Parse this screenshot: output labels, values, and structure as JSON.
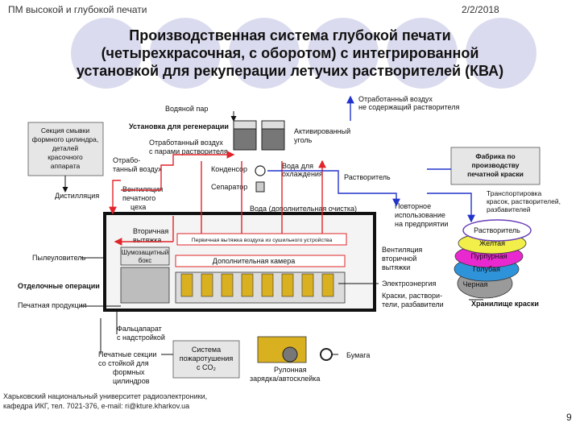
{
  "header": {
    "left": "ПМ высокой и глубокой печати",
    "right": "2/2/2018"
  },
  "title": {
    "line1": "Производственная система глубокой печати",
    "line2": "(четырехкрасочная, с оборотом) с интегрированной",
    "line3": "установкой для рекуперации летучих растворителей (КВА)"
  },
  "colors": {
    "red_flow": "#e0242a",
    "blue_flow": "#2233cc",
    "ink_yellow": "#f2ee4a",
    "ink_magenta": "#e829d0",
    "ink_cyan": "#2f93d9",
    "ink_black": "#9a9a9a",
    "press_yellow": "#d9b020"
  },
  "labels": {
    "vodyanoy_par": "Водяной пар",
    "ustanovka": "Установка для регенерации",
    "otr_vozduh_top": "Отработанный воздух",
    "otr_vozduh_top2": "не содержащий растворителя",
    "sekciya1": "Секция смывки",
    "sekciya2": "формного цилиндра,",
    "sekciya3": "деталей",
    "sekciya4": "красочного",
    "sekciya5": "аппарата",
    "aktiv1": "Активированный",
    "aktiv2": "уголь",
    "otr_para1": "Отработанный воздух",
    "otr_para2": "с парами растворителя",
    "otrab1": "Отрабо-",
    "otrab2": "танный воздух",
    "kondensor": "Конденсор",
    "voda_ohl1": "Вода для",
    "voda_ohl2": "охлаждения",
    "rastvoritel_mid": "Растворитель",
    "fabrika1": "Фабрика по",
    "fabrika2": "производству",
    "fabrika3": "печатной краски",
    "separator": "Сепаратор",
    "distill": "Дистилляция",
    "vent1": "Вентиляция",
    "vent2": "печатного",
    "vent3": "цеха",
    "voda_dop": "Вода (дополнительная очистка)",
    "povtor1": "Повторное",
    "povtor2": "использование",
    "povtor3": "на предприятии",
    "transport1": "Транспортировка",
    "transport2": "красок, растворителей,",
    "transport3": "разбавителей",
    "vtor1": "Вторичная",
    "vtor2": "вытяжка",
    "pervich": "Первичная вытяжка воздуха из сушильного устройства",
    "shumo1": "Шумозащитный",
    "shumo2": "бокс",
    "dop_kamera": "Дополнительная камера",
    "vent_vtor1": "Вентиляция",
    "vent_vtor2": "вторичной",
    "vent_vtor3": "вытяжки",
    "pyleulov": "Пылеуловитель",
    "elektro": "Электроэнергия",
    "otdel": "Отделочные операции",
    "kraski_rastv1": "Краски, раствори-",
    "kraski_rastv2": "тели, разбавители",
    "pechatn_prod": "Печатная продукция",
    "hranilishe": "Хранилище краски",
    "falc1": "Фальцапарат",
    "falc2": "с надстройкой",
    "pech_sek1": "Печатные секции",
    "pech_sek2": "со стойкой для",
    "pech_sek3": "формных",
    "pech_sek4": "цилиндров",
    "sistema1": "Система",
    "sistema2": "пожаротушения",
    "sistema3": "с CO₂",
    "bumaga": "Бумага",
    "rulon1": "Рулонная",
    "rulon2": "зарядка/автосклейка"
  },
  "ink_stack": {
    "rastvoritel": "Растворитель",
    "zheltaya": "Желтая",
    "purpurnaya": "Пурпурная",
    "golubaya": "Голубая",
    "chernaya": "Черная"
  },
  "footer": {
    "line1": "Харьковский национальный университет радиоэлектроники,",
    "line2": "кафедра ИКГ, тел. 7021-376, e-mail: ri@kture.kharkov.ua"
  },
  "page_number": "9"
}
